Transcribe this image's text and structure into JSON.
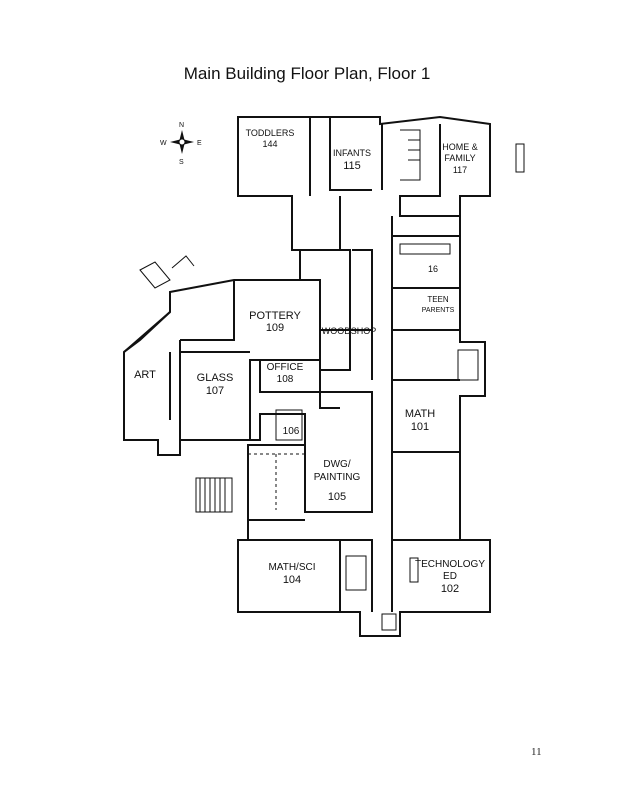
{
  "document": {
    "title": "Main Building Floor Plan, Floor 1",
    "page_number": "11"
  },
  "compass": {
    "north": "N",
    "south": "S",
    "east": "E",
    "west": "W"
  },
  "rooms": {
    "toddlers": [
      "TODDLERS",
      "144"
    ],
    "infants": [
      "INFANTS",
      "115"
    ],
    "home_family": [
      "HOME &",
      "FAMILY",
      "117"
    ],
    "pottery": [
      "POTTERY",
      "109"
    ],
    "woodshop": [
      "WOODSHOP"
    ],
    "teen_parents": [
      "TEEN",
      "PARENTS"
    ],
    "art": [
      "ART"
    ],
    "glass": [
      "GLASS",
      "107"
    ],
    "office": [
      "OFFICE",
      "108"
    ],
    "math101": [
      "MATH",
      "101"
    ],
    "room106": [
      "106"
    ],
    "dwg_painting": [
      "DWG/",
      "PAINTING",
      "105"
    ],
    "math_sci": [
      "MATH/SCI",
      "104"
    ],
    "technology": [
      "TECHNOLOGY",
      "ED",
      "102"
    ],
    "small_16": [
      "16"
    ]
  }
}
